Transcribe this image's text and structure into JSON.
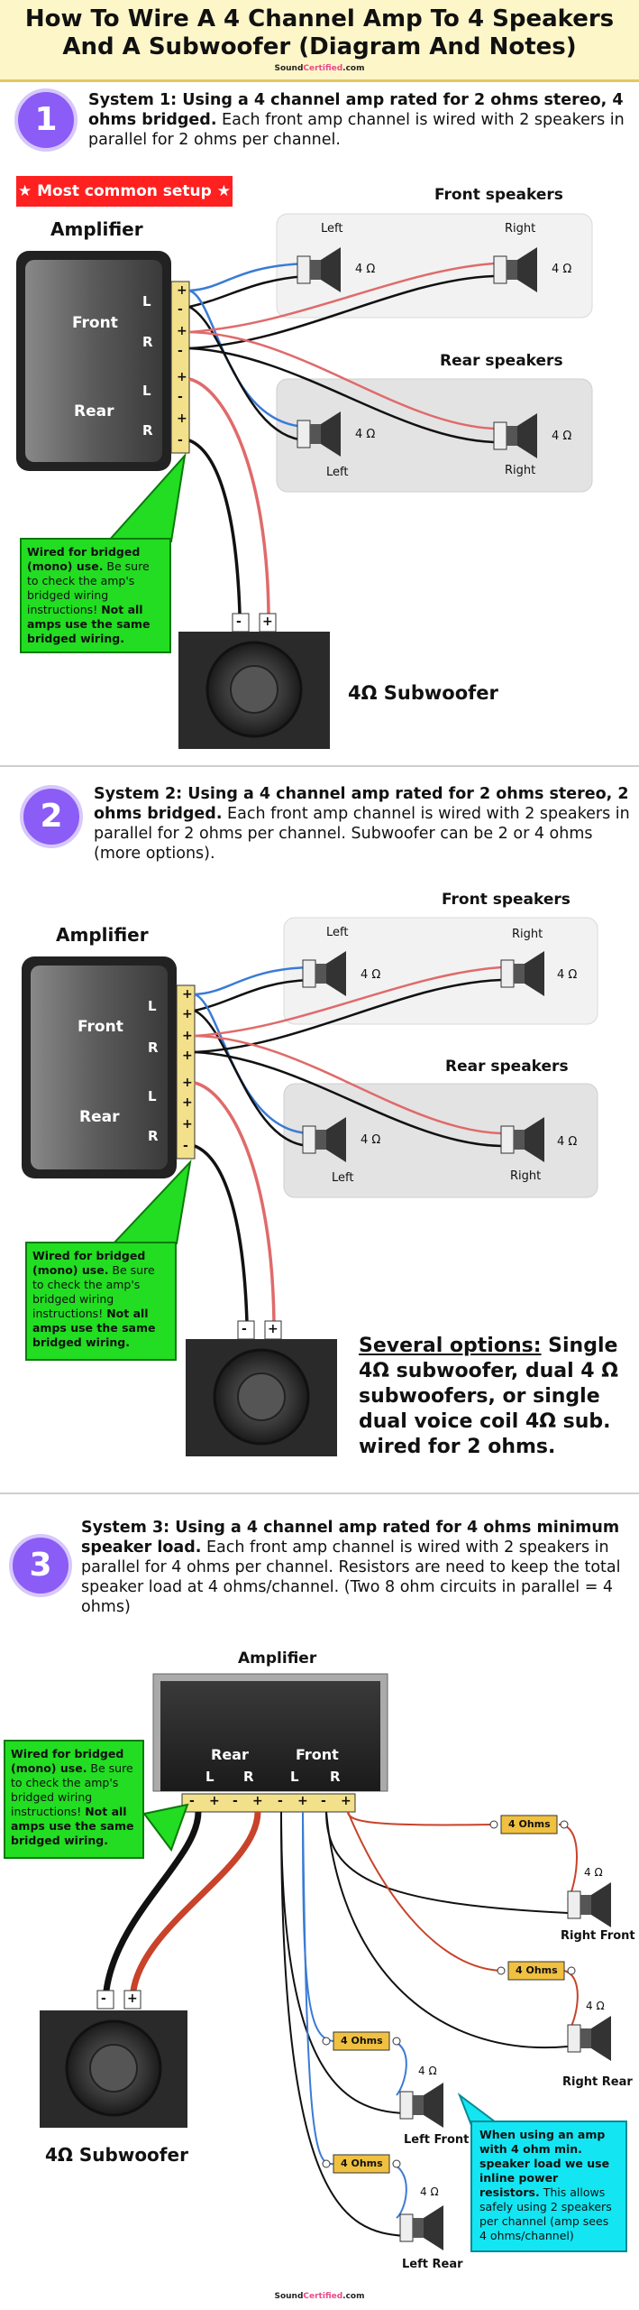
{
  "header": {
    "title": "How To Wire A 4 Channel Amp To 4 Speakers And A Subwoofer (Diagram And Notes)",
    "brand_a": "Sound",
    "brand_b": "Certified",
    "brand_c": ".com"
  },
  "system1": {
    "number": "1",
    "title_bold": "System 1: Using a 4 channel amp rated for 2 ohms stereo, 4 ohms bridged.",
    "title_rest": " Each front amp channel is wired with 2 speakers in parallel for 2 ohms per channel.",
    "badge": "★ Most common setup ★",
    "amp_label": "Amplifier",
    "front": "Front",
    "rear": "Rear",
    "L": "L",
    "R": "R",
    "front_group": "Front speakers",
    "rear_group": "Rear speakers",
    "left": "Left",
    "right": "Right",
    "ohm": "4 Ω",
    "note_bold": "Wired for bridged (mono) use.",
    "note_mid": " Be sure to check the amp's bridged wiring instructions! ",
    "note_bold2": "Not all amps use the same bridged wiring.",
    "sub_label": "4Ω Subwoofer",
    "minus": "-",
    "plus": "+"
  },
  "system2": {
    "number": "2",
    "title_bold": "System 2: Using a 4 channel amp rated for 2 ohms stereo, 2 ohms bridged.",
    "title_rest": " Each front amp channel is wired with 2 speakers in parallel for 2 ohms per channel. Subwoofer can be 2 or 4 ohms (more options).",
    "amp_label": "Amplifier",
    "front_group": "Front speakers",
    "rear_group": "Rear speakers",
    "options_u": "Several options:",
    "options_rest": " Single 4Ω subwoofer, dual 4 Ω subwoofers, or single dual voice coil 4Ω sub. wired for 2 ohms."
  },
  "system3": {
    "number": "3",
    "title_bold": "System 3: Using a 4 channel amp rated for 4 ohms minimum speaker load.",
    "title_rest": " Each front amp channel is wired with 2 speakers in parallel for 4 ohms per channel. Resistors are need to keep the total speaker load at 4 ohms/channel. (Two 8 ohm circuits in parallel = 4 ohms)",
    "amp_label": "Amplifier",
    "rear": "Rear",
    "front": "Front",
    "resistor": "4 Ohms",
    "right_front": "Right Front",
    "right_rear": "Right Rear",
    "left_front": "Left Front",
    "left_rear": "Left Rear",
    "sub_label": "4Ω Subwoofer",
    "cyan_bold": "When using an amp with 4 ohm min. speaker load we use inline power resistors.",
    "cyan_rest": " This allows safely using 2 speakers per channel (amp sees 4 ohms/channel)"
  },
  "colors": {
    "header_bg": "#fdf6c8",
    "badge_red": "#ff2020",
    "number_purple": "#8b5cf6",
    "note_green": "#22dd22",
    "note_cyan": "#13e6f2",
    "wire_blue": "#3a7bd5",
    "wire_red": "#e06a6a",
    "terminal_yellow": "#f3e08a"
  }
}
